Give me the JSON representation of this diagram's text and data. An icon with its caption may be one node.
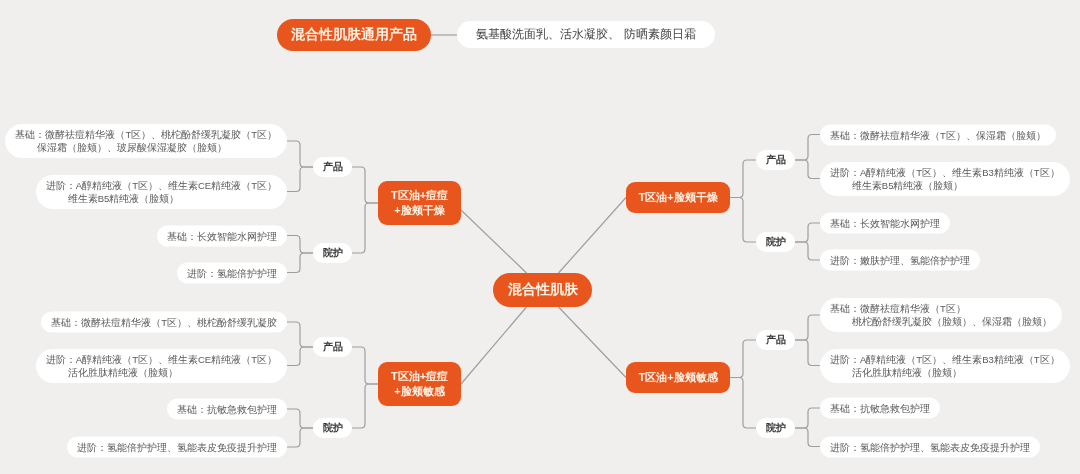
{
  "diagram": {
    "nodes": [
      {
        "text": [
          "混合性肌肤通用产品"
        ]
      },
      {
        "text": [
          "氨基酸洗面乳、活水凝胶、 防晒素颜日霜"
        ]
      },
      {
        "text": [
          "混合性肌肤"
        ]
      },
      {
        "text": [
          "T区油+痘痘+脸颊干燥"
        ]
      },
      {
        "text": [
          "产品"
        ]
      },
      {
        "text": [
          "基础：微酵祛痘精华液（T区）、桃柁酚舒缓乳凝胶（T区）保湿霜（脸颊）、玻尿酸保湿凝胶（脸颊）"
        ]
      },
      {
        "text": [
          "进阶：A醇精纯液（T区）、维生素CE精纯液（T区）维生素B5精纯液（脸颊）"
        ]
      },
      {
        "text": [
          "院护"
        ]
      },
      {
        "text": [
          "基础：长效智能水网护理"
        ]
      },
      {
        "text": [
          "进阶：氢能倍护护理"
        ]
      },
      {
        "text": [
          "T区油+脸颊干燥"
        ]
      },
      {
        "text": [
          "产品"
        ]
      },
      {
        "text": [
          "基础：微酵祛痘精华液（T区）、保湿霜（脸颊）"
        ]
      },
      {
        "text": [
          "进阶：A醇精纯液（T区）、维生素B3精纯液（T区）维生素B5精纯液（脸颊）"
        ]
      },
      {
        "text": [
          "院护"
        ]
      },
      {
        "text": [
          "基础：长效智能水网护理"
        ]
      },
      {
        "text": [
          "进阶：嫩肤护理、氢能倍护护理"
        ]
      },
      {
        "text": [
          "T区油+痘痘+脸颊敏感"
        ]
      },
      {
        "text": [
          "产品"
        ]
      },
      {
        "text": [
          "基础：微酵祛痘精华液（T区）、桃柁酚舒缓乳凝胶"
        ]
      },
      {
        "text": [
          "进阶：A醇精纯液（T区）、维生素CE精纯液（T区）活化胜肽精纯液（脸颊）"
        ]
      },
      {
        "text": [
          "院护"
        ]
      },
      {
        "text": [
          "基础：抗敏急救包护理"
        ]
      },
      {
        "text": [
          "进阶：氢能倍护护理、氢能表皮免疫提升护理"
        ]
      },
      {
        "text": [
          "T区油+脸颊敏感"
        ]
      },
      {
        "text": [
          "产品"
        ]
      },
      {
        "text": [
          "基础：微酵祛痘精华液（T区）桃柁酚舒缓乳凝胶（脸颊）、保湿霜（脸颊）"
        ]
      },
      {
        "text": [
          "进阶：A醇精纯液（T区）、维生素B3精纯液（T区）活化胜肽精纯液（脸颊）"
        ]
      },
      {
        "text": [
          "院护"
        ]
      },
      {
        "text": [
          "基础：抗敏急救包护理"
        ]
      },
      {
        "text": [
          "进阶：氢能倍护护理、氢能表皮免疫提升护理"
        ]
      }
    ],
    "edges": [
      {
        "from": 0,
        "to": 1,
        "arrow": "none"
      },
      {
        "from": 2,
        "to": 3,
        "arrow": "none"
      },
      {
        "from": 2,
        "to": 10,
        "arrow": "none"
      },
      {
        "from": 2,
        "to": 17,
        "arrow": "none"
      },
      {
        "from": 2,
        "to": 24,
        "arrow": "none"
      },
      {
        "from": 3,
        "to": 4,
        "arrow": "none"
      },
      {
        "from": 4,
        "to": 5,
        "arrow": "none"
      },
      {
        "from": 4,
        "to": 6,
        "arrow": "none"
      },
      {
        "from": 3,
        "to": 7,
        "arrow": "none"
      },
      {
        "from": 7,
        "to": 8,
        "arrow": "none"
      },
      {
        "from": 7,
        "to": 9,
        "arrow": "none"
      },
      {
        "from": 10,
        "to": 11,
        "arrow": "none"
      },
      {
        "from": 11,
        "to": 12,
        "arrow": "none"
      },
      {
        "from": 11,
        "to": 13,
        "arrow": "none"
      },
      {
        "from": 10,
        "to": 14,
        "arrow": "none"
      },
      {
        "from": 14,
        "to": 15,
        "arrow": "none"
      },
      {
        "from": 14,
        "to": 16,
        "arrow": "none"
      },
      {
        "from": 17,
        "to": 18,
        "arrow": "none"
      },
      {
        "from": 18,
        "to": 19,
        "arrow": "none"
      },
      {
        "from": 18,
        "to": 20,
        "arrow": "none"
      },
      {
        "from": 17,
        "to": 21,
        "arrow": "none"
      },
      {
        "from": 21,
        "to": 22,
        "arrow": "none"
      },
      {
        "from": 21,
        "to": 23,
        "arrow": "none"
      },
      {
        "from": 24,
        "to": 25,
        "arrow": "none"
      },
      {
        "from": 25,
        "to": 26,
        "arrow": "none"
      },
      {
        "from": 25,
        "to": 27,
        "arrow": "none"
      },
      {
        "from": 24,
        "to": 28,
        "arrow": "none"
      },
      {
        "from": 28,
        "to": 29,
        "arrow": "none"
      },
      {
        "from": 28,
        "to": 30,
        "arrow": "none"
      }
    ]
  }
}
